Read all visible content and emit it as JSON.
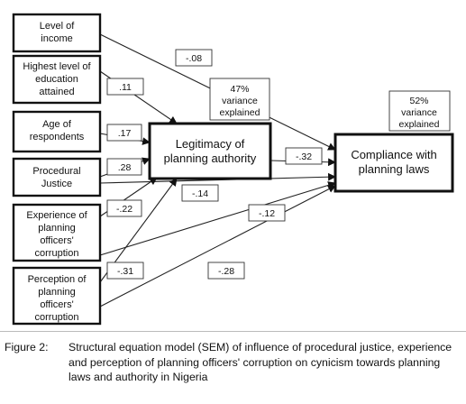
{
  "nodes": {
    "income": [
      "Level of",
      "income"
    ],
    "education": [
      "Highest level of",
      "education",
      "attained"
    ],
    "age": [
      "Age of",
      "respondents"
    ],
    "procedural": [
      "Procedural",
      "Justice"
    ],
    "experience": [
      "Experience of",
      "planning",
      "officers'",
      "corruption"
    ],
    "perception": [
      "Perception of",
      "planning",
      "officers'",
      "corruption"
    ],
    "legitimacy": [
      "Legitimacy of",
      "planning authority"
    ],
    "compliance": [
      "Compliance with",
      "planning laws"
    ]
  },
  "coefficients": {
    "income_to_compliance": "-.08",
    "education_to_legitimacy": ".11",
    "age_to_legitimacy": ".17",
    "procedural_to_legitimacy": ".28",
    "procedural_to_compliance": "-.14",
    "experience_to_legitimacy": "-.22",
    "experience_to_compliance": "-.12",
    "perception_to_legitimacy": "-.31",
    "perception_to_compliance": "-.28",
    "legitimacy_to_compliance": "-.32"
  },
  "variance": {
    "legitimacy": [
      "47%",
      "variance",
      "explained"
    ],
    "compliance": [
      "52%",
      "variance",
      "explained"
    ]
  },
  "caption": {
    "label": "Figure 2:",
    "text": "Structural equation model (SEM) of influence of procedural justice, experience and perception of planning officers' corruption on cynicism towards planning laws and authority in Nigeria"
  }
}
